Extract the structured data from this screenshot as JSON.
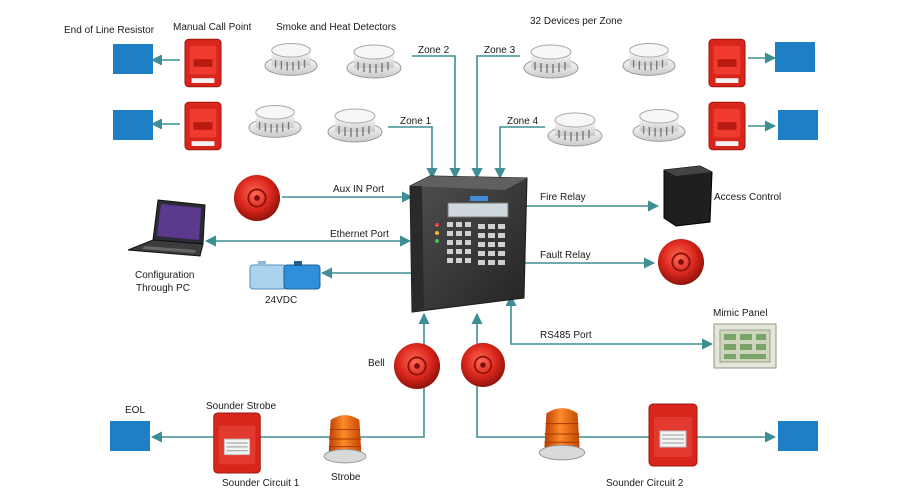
{
  "labels": {
    "end_of_line_resistor": "End of Line Resistor",
    "manual_call_point": "Manual Call Point",
    "smoke_heat_detectors": "Smoke and Heat Detectors",
    "devices_per_zone": "32 Devices per Zone",
    "zone1": "Zone 1",
    "zone2": "Zone 2",
    "zone3": "Zone 3",
    "zone4": "Zone 4",
    "aux_in_port": "Aux IN Port",
    "ethernet_port": "Ethernet Port",
    "configuration_line1": "Configuration",
    "configuration_line2": "Through PC",
    "power_24vdc": "24VDC",
    "fire_relay": "Fire Relay",
    "access_control": "Access Control",
    "fault_relay": "Fault Relay",
    "rs485_port": "RS485 Port",
    "mimic_panel": "Mimic Panel",
    "bell": "Bell",
    "eol": "EOL",
    "sounder_strobe": "Sounder Strobe",
    "sounder_circuit_1": "Sounder Circuit 1",
    "strobe": "Strobe",
    "sounder_circuit_2": "Sounder Circuit 2"
  },
  "colors": {
    "wire": "#3e8f95",
    "resistor_blue": "#1f7fc4",
    "device_red": "#d9261c",
    "panel_dark": "#3a3a3a",
    "strobe_amber": "#e8650a"
  },
  "icons": {
    "resistor": "blue-square-icon",
    "call_point": "red-call-point-icon",
    "detector": "smoke-detector-icon",
    "bell": "red-bell-icon",
    "panel": "fire-alarm-control-panel-icon",
    "laptop": "laptop-icon",
    "battery": "battery-icon",
    "access_control": "access-control-box-icon",
    "mimic_panel": "mimic-panel-icon",
    "strobe": "strobe-beacon-icon",
    "sounder_strobe": "sounder-strobe-icon"
  }
}
